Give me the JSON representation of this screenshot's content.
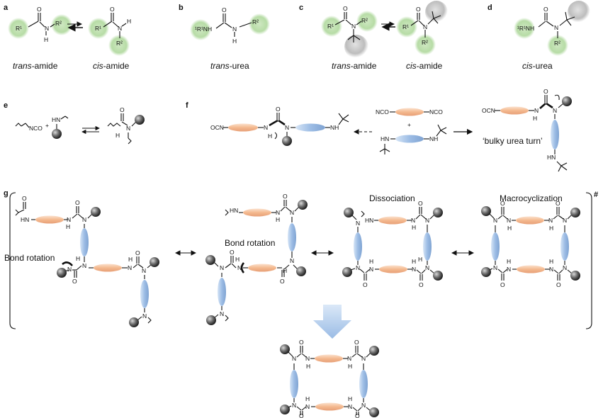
{
  "panels": {
    "a": {
      "letter": "a",
      "left": "trans",
      "left_suffix": "-amide",
      "right": "cis",
      "right_suffix": "-amide"
    },
    "b": {
      "letter": "b",
      "caption": "trans",
      "caption_suffix": "-urea"
    },
    "c": {
      "letter": "c",
      "left": "trans",
      "left_suffix": "-amide",
      "right": "cis",
      "right_suffix": "-amide"
    },
    "d": {
      "letter": "d",
      "caption": "cis",
      "caption_suffix": "-urea"
    },
    "e": {
      "letter": "e"
    },
    "f": {
      "letter": "f",
      "bulky_label": "‘bulky urea turn’"
    },
    "g": {
      "letter": "g",
      "bond_rotation_1": "Bond rotation",
      "bond_rotation_2": "Bond rotation",
      "dissociation": "Dissociation",
      "macrocyclization": "Macrocyclization",
      "hash": "#"
    }
  },
  "atoms": {
    "O": "O",
    "N": "N",
    "H": "H",
    "NH": "NH",
    "HN": "HN",
    "R1": "R¹",
    "R2": "R²",
    "R1NH": "¹R¹NH",
    "R1b": "R¹",
    "NCO": "NCO",
    "OCN": "OCN",
    "plus": "+"
  },
  "colors": {
    "green": "#b8dca8",
    "gray": "#c9c9c9",
    "orange": "#f6c6a3",
    "blue": "#a9c6e8",
    "ball": "#555555"
  }
}
